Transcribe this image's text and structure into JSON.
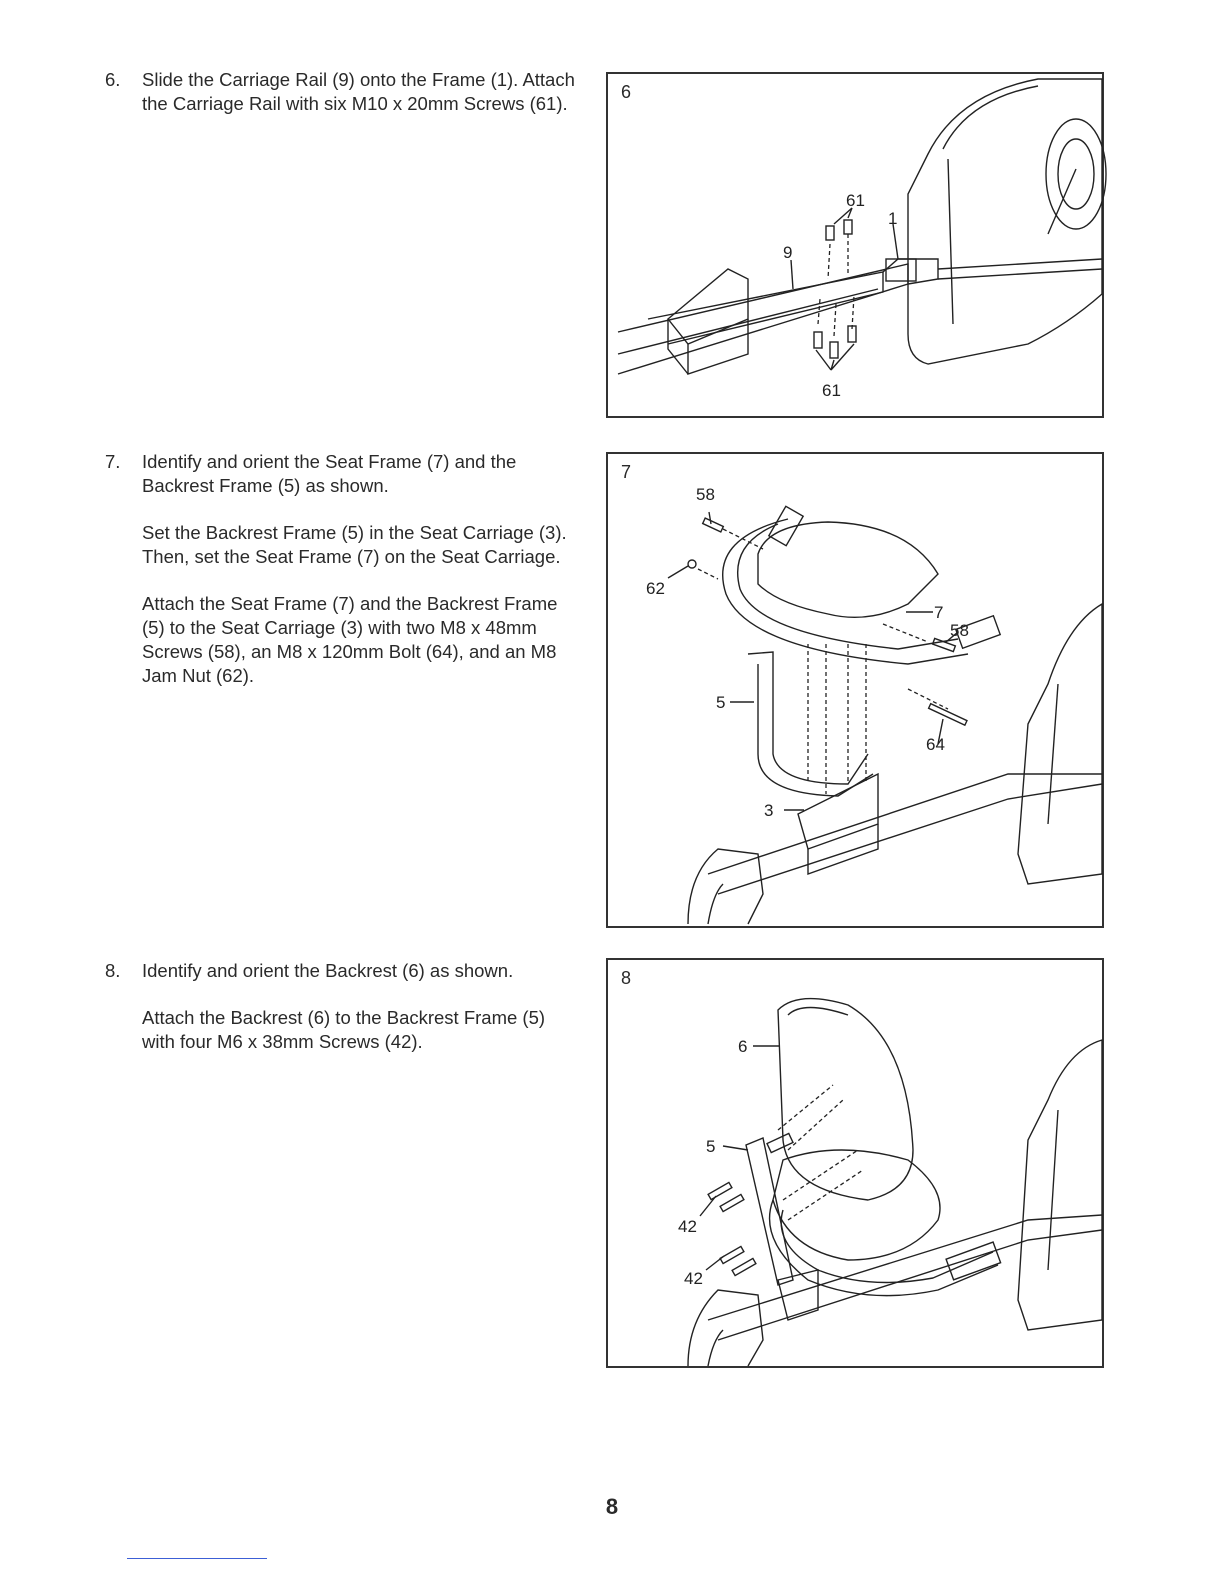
{
  "steps": [
    {
      "num": "6.",
      "paragraphs": [
        "Slide the Carriage Rail (9) onto the Frame (1). Attach the Carriage Rail with six M10 x 20mm Screws (61)."
      ]
    },
    {
      "num": "7.",
      "paragraphs": [
        "Identify and orient the Seat Frame (7) and the Backrest Frame (5) as shown.",
        "Set the Backrest Frame (5) in the Seat Carriage (3). Then, set the Seat Frame (7) on the Seat Carriage.",
        "Attach the Seat Frame (7) and the Backrest Frame (5) to the Seat Carriage (3) with two M8 x 48mm Screws (58), an M8 x 120mm Bolt (64), and an M8 Jam Nut (62)."
      ]
    },
    {
      "num": "8.",
      "paragraphs": [
        "Identify and orient the Backrest (6) as shown.",
        "Attach the Backrest (6) to the Backrest Frame (5) with four M6 x 38mm Screws (42)."
      ]
    }
  ],
  "figures": [
    {
      "num": "6",
      "callouts": [
        "61",
        "1",
        "9",
        "61"
      ]
    },
    {
      "num": "7",
      "callouts": [
        "58",
        "62",
        "7",
        "58",
        "5",
        "64",
        "3"
      ]
    },
    {
      "num": "8",
      "callouts": [
        "6",
        "5",
        "42",
        "42"
      ]
    }
  ],
  "page_number": "8",
  "colors": {
    "ink": "#2a2a2a",
    "rule": "#3c5fd6"
  }
}
